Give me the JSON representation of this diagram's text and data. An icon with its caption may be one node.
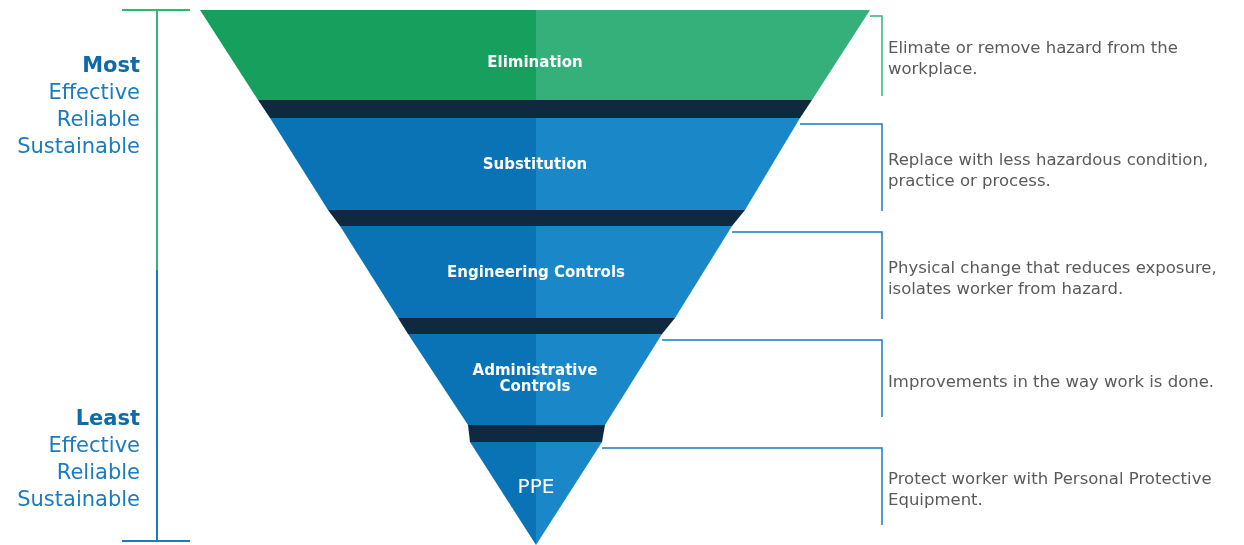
{
  "diagram": {
    "nodes": [
      {
        "text": [
          "Elimination"
        ]
      },
      {
        "text": [
          "Substitution"
        ]
      },
      {
        "text": [
          "Engineering Controls"
        ]
      },
      {
        "text": [
          "Administrative Controls"
        ]
      },
      {
        "text": [
          "PPE"
        ]
      },
      {
        "text": [
          "Elimate or remove hazard from the workplace."
        ]
      },
      {
        "text": [
          "Replace with less hazardous condition, practice or process."
        ]
      },
      {
        "text": [
          "Physical change that reduces exposure, isolates worker from hazard."
        ]
      },
      {
        "text": [
          "Improvements in the way work is done."
        ]
      },
      {
        "text": [
          "Protect worker with Personal Protective Equipment."
        ]
      }
    ],
    "edges": [
      {
        "from": 0,
        "to": 5,
        "arrow": "none",
        "color": "#2fb574"
      },
      {
        "from": 1,
        "to": 6,
        "arrow": "none"
      },
      {
        "from": 2,
        "to": 7,
        "arrow": "none"
      },
      {
        "from": 3,
        "to": 8,
        "arrow": "none"
      },
      {
        "from": 4,
        "to": 9,
        "arrow": "none"
      }
    ],
    "labels": [
      "**Most** Effective Reliable Sustainable",
      "**Least** Effective Reliable Sustainable"
    ]
  }
}
